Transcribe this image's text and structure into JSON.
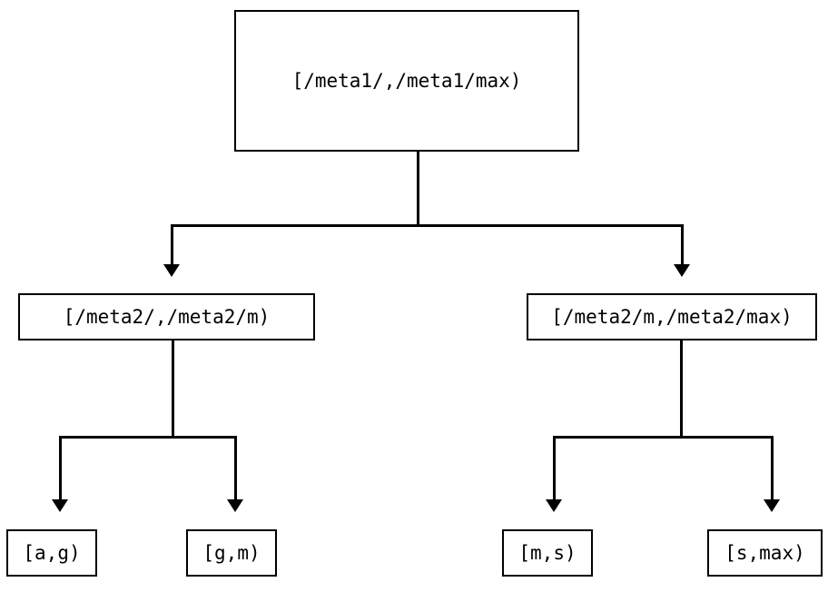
{
  "diagram": {
    "type": "tree",
    "orientation": "top-down",
    "style": {
      "node_border_color": "#000000",
      "node_fill_color": "#ffffff",
      "edge_color": "#000000",
      "background_color": "#ffffff",
      "text_color": "#000000",
      "arrowhead": "filled-triangle-down"
    },
    "nodes": {
      "root": {
        "label": "[/meta1/,/meta1/max)",
        "level": 0
      },
      "mid_left": {
        "label": "[/meta2/,/meta2/m)",
        "level": 1
      },
      "mid_right": {
        "label": "[/meta2/m,/meta2/max)",
        "level": 1
      },
      "leaf_ag": {
        "label": "[a,g)",
        "level": 2
      },
      "leaf_gm": {
        "label": "[g,m)",
        "level": 2
      },
      "leaf_ms": {
        "label": "[m,s)",
        "level": 2
      },
      "leaf_smax": {
        "label": "[s,max)",
        "level": 2
      }
    },
    "edges": [
      {
        "from": "root",
        "to": "mid_left"
      },
      {
        "from": "root",
        "to": "mid_right"
      },
      {
        "from": "mid_left",
        "to": "leaf_ag"
      },
      {
        "from": "mid_left",
        "to": "leaf_gm"
      },
      {
        "from": "mid_right",
        "to": "leaf_ms"
      },
      {
        "from": "mid_right",
        "to": "leaf_smax"
      }
    ]
  }
}
